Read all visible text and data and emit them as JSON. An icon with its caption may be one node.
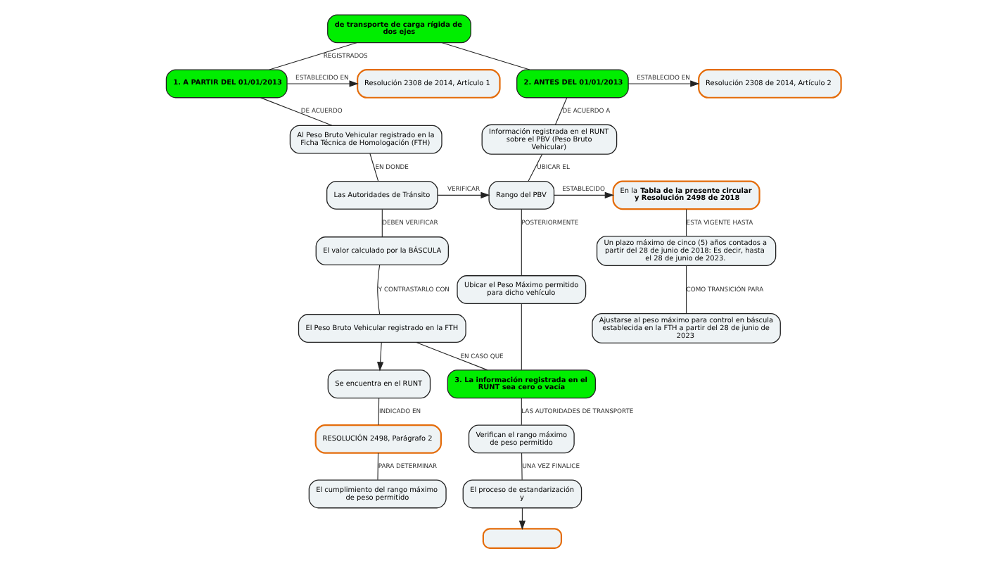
{
  "diagram": {
    "nodes": [
      {
        "text": [
          "de transporte de carga rígida de dos ejes"
        ]
      },
      {
        "text": [
          "1. A PARTIR DEL 01/01/2013"
        ]
      },
      {
        "text": [
          "2. ANTES DEL 01/01/2013"
        ]
      },
      {
        "text": [
          "Resolución 2308 de 2014, Artículo 1"
        ]
      },
      {
        "text": [
          "Resolución 2308 de 2014, Artículo 2"
        ]
      },
      {
        "text": [
          "Al Peso Bruto Vehicular registrado en la Ficha Técnica de Homologación (FTH)"
        ]
      },
      {
        "text": [
          "Información registrada en el RUNT sobre el PBV (Peso Bruto Vehicular)"
        ]
      },
      {
        "text": [
          "Las Autoridades de Tránsito"
        ]
      },
      {
        "text": [
          "Rango del PBV"
        ]
      },
      {
        "text": [
          "En la **Tabla de la presente circular y Resolución 2498 de 2018**"
        ]
      },
      {
        "text": [
          "El valor calculado por la BÁSCULA"
        ]
      },
      {
        "text": [
          "Ubicar el Peso Máximo permitido para dicho vehículo"
        ]
      },
      {
        "text": [
          "Un plazo máximo de cinco (5) años contados a partir del 28 de junio de 2018: Es decir, hasta el 28 de junio de 2023."
        ]
      },
      {
        "text": [
          "Se encuentra en el RUNT"
        ]
      },
      {
        "text": [
          "El Peso Bruto Vehicular registrado en la FTH"
        ]
      },
      {
        "text": [
          "Ajustarse al peso máximo para control en báscula establecida en la FTH a partir del 28 de junio de 2023"
        ]
      },
      {
        "text": [
          "RESOLUCIÓN 2498, Parágrafo 2"
        ]
      },
      {
        "text": [
          "El cumplimiento del rango máximo de peso permitido"
        ]
      },
      {
        "text": [
          "3. La información registrada en el RUNT sea cero o vacía"
        ]
      },
      {
        "text": [
          "Verifican el rango máximo de peso permitido"
        ]
      },
      {
        "text": [
          "El proceso de estandarización y"
        ]
      },
      {
        "text": [],
        "shape": "box"
      }
    ],
    "edges": [
      {
        "from": 0,
        "to": 1,
        "arrow": "none",
        "label": "REGISTRADOS"
      },
      {
        "from": 0,
        "to": 2,
        "arrow": "none"
      },
      {
        "from": 1,
        "to": 3,
        "arrow": "to",
        "label": "ESTABLECIDO EN"
      },
      {
        "from": 2,
        "to": 4,
        "arrow": "to",
        "label": "ESTABLECIDO EN"
      },
      {
        "from": 1,
        "to": 5,
        "arrow": "none",
        "label": "DE ACUERDO"
      },
      {
        "from": 2,
        "to": 6,
        "arrow": "none",
        "label": "DE ACUERDO A"
      },
      {
        "from": 5,
        "to": 7,
        "arrow": "none",
        "label": "EN DONDE"
      },
      {
        "from": 6,
        "to": 8,
        "arrow": "none",
        "label": "UBICAR EL"
      },
      {
        "from": 7,
        "to": 8,
        "arrow": "to",
        "label": "VERIFICAR"
      },
      {
        "from": 8,
        "to": 9,
        "arrow": "to",
        "label": "ESTABLECIDO"
      },
      {
        "from": 7,
        "to": 10,
        "arrow": "none",
        "label": "DEBEN VERIFICAR"
      },
      {
        "from": 8,
        "to": 11,
        "arrow": "none",
        "label": "POSTERIORMENTE"
      },
      {
        "from": 9,
        "to": 12,
        "arrow": "none",
        "label": "ESTA VIGENTE HASTA"
      },
      {
        "from": 10,
        "to": 14,
        "arrow": "none",
        "label": "Y CONTRASTARLO CON"
      },
      {
        "from": 14,
        "to": 13,
        "arrow": "to"
      },
      {
        "from": 12,
        "to": 15,
        "arrow": "none",
        "label": "COMO TRANSICIÓN PARA"
      },
      {
        "from": 13,
        "to": 16,
        "arrow": "none",
        "label": "INDICADO EN"
      },
      {
        "from": 16,
        "to": 17,
        "arrow": "none",
        "label": "PARA DETERMINAR"
      },
      {
        "from": 14,
        "to": 18,
        "arrow": "none",
        "label": "EN CASO QUE"
      },
      {
        "from": 11,
        "to": 18,
        "arrow": "none"
      },
      {
        "from": 18,
        "to": 19,
        "arrow": "none",
        "label": "LAS AUTORIDADES DE TRANSPORTE"
      },
      {
        "from": 19,
        "to": 20,
        "arrow": "none",
        "label": "UNA VEZ FINALICE"
      },
      {
        "from": 20,
        "to": 21,
        "arrow": "to"
      }
    ]
  }
}
